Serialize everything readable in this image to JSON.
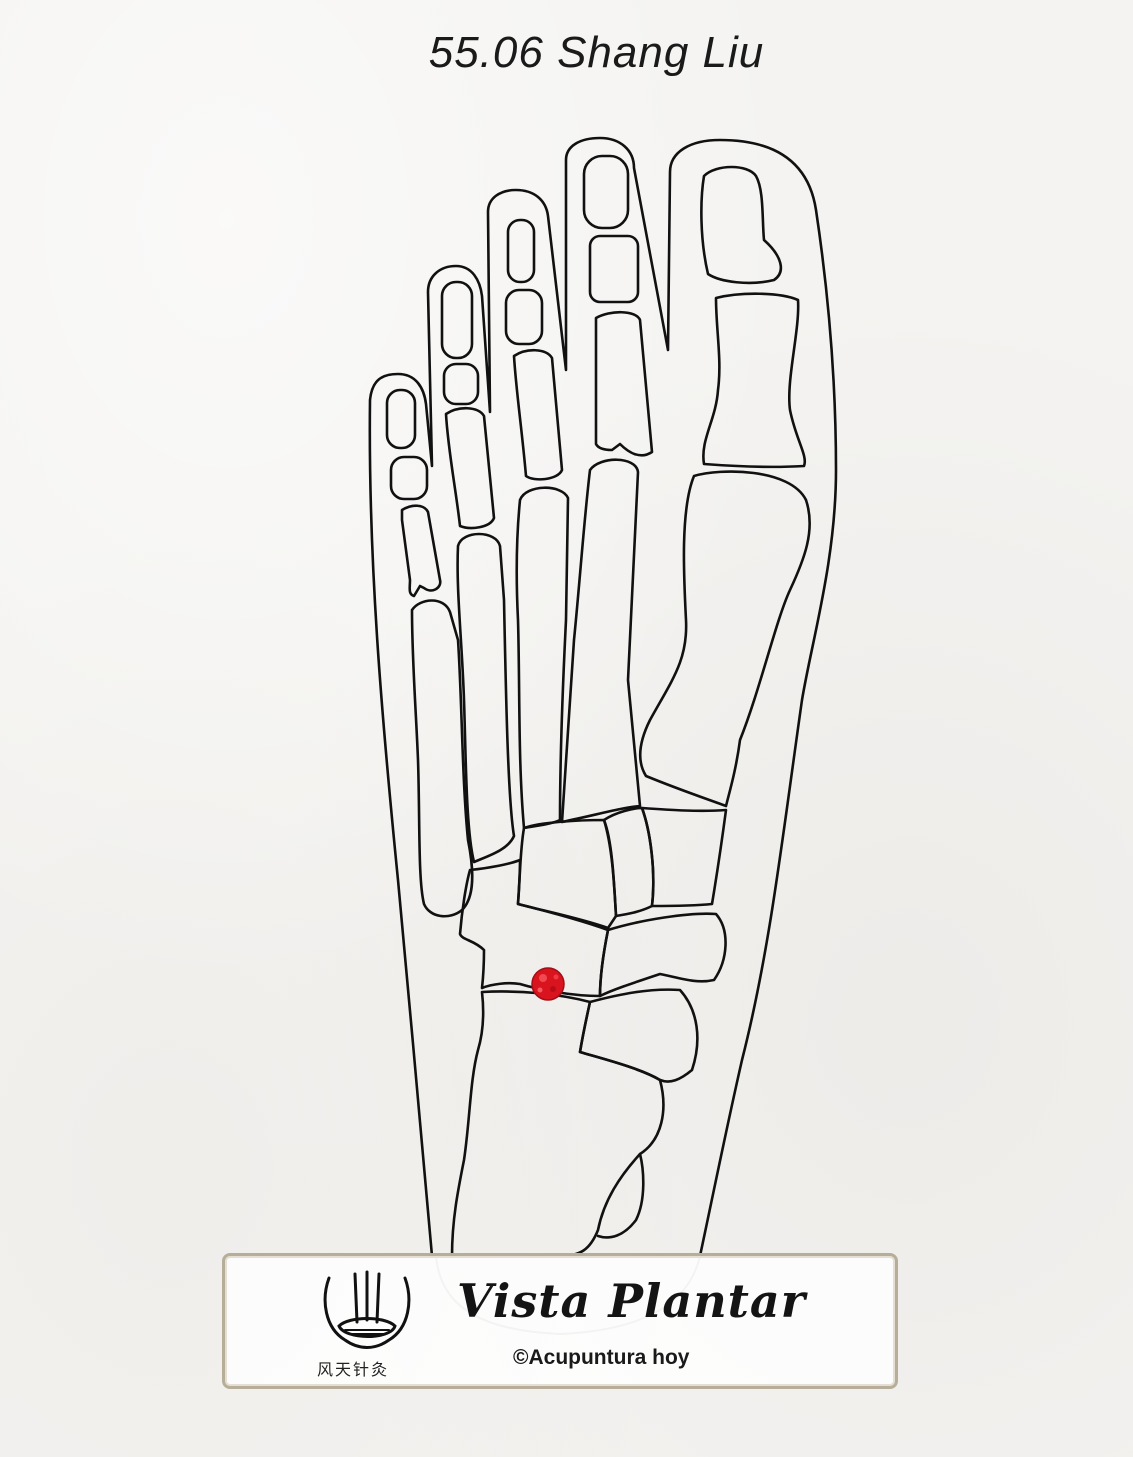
{
  "title": "55.06 Shang Liu",
  "label": {
    "view_title": "Vista Plantar",
    "copyright": "©Acupuntura hoy",
    "logo_caption": "风天针灸"
  },
  "colors": {
    "line": "#111111",
    "point": "#e0202a",
    "frame": "#b6ae98"
  },
  "icons": [
    "acupuncture-logo-icon",
    "acupoint-marker"
  ]
}
